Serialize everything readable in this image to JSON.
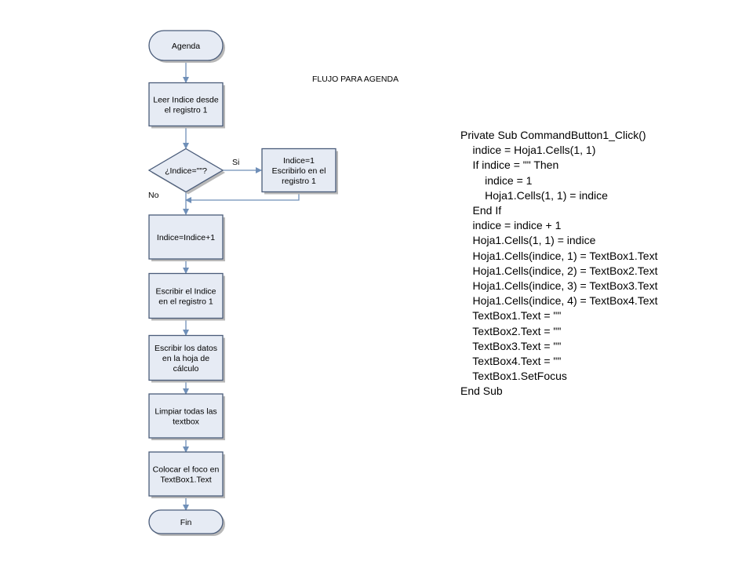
{
  "title": "FLUJO PARA AGENDA",
  "nodes": {
    "agenda": {
      "shape": "terminator",
      "lines": [
        "Agenda"
      ]
    },
    "leer": {
      "shape": "process",
      "lines": [
        "Leer Indice desde",
        "el registro 1"
      ]
    },
    "decision": {
      "shape": "decision",
      "lines": [
        "¿Indice=\"\"?"
      ]
    },
    "indice1": {
      "shape": "process",
      "lines": [
        "Indice=1",
        "Escribirlo en el",
        "registro 1"
      ]
    },
    "incremento": {
      "shape": "process",
      "lines": [
        "Indice=Indice+1"
      ]
    },
    "escribir": {
      "shape": "process",
      "lines": [
        "Escribir el Indice",
        "en el registro 1"
      ]
    },
    "datos": {
      "shape": "process",
      "lines": [
        "Escribir los datos",
        "en la hoja de",
        "cálculo"
      ]
    },
    "limpiar": {
      "shape": "process",
      "lines": [
        "Limpiar todas las",
        "textbox"
      ]
    },
    "foco": {
      "shape": "process",
      "lines": [
        "Colocar el foco en",
        "TextBox1.Text"
      ]
    },
    "fin": {
      "shape": "terminator",
      "lines": [
        "Fin"
      ]
    }
  },
  "edges": [
    {
      "from": "agenda",
      "to": "leer",
      "label": ""
    },
    {
      "from": "leer",
      "to": "decision",
      "label": ""
    },
    {
      "from": "decision",
      "to": "indice1",
      "label": "Si"
    },
    {
      "from": "indice1",
      "to": "incremento",
      "label": ""
    },
    {
      "from": "decision",
      "to": "incremento",
      "label": "No"
    },
    {
      "from": "incremento",
      "to": "escribir",
      "label": ""
    },
    {
      "from": "escribir",
      "to": "datos",
      "label": ""
    },
    {
      "from": "datos",
      "to": "limpiar",
      "label": ""
    },
    {
      "from": "limpiar",
      "to": "foco",
      "label": ""
    },
    {
      "from": "foco",
      "to": "fin",
      "label": ""
    }
  ],
  "code_lines": [
    "Private Sub CommandButton1_Click()",
    "    indice = Hoja1.Cells(1, 1)",
    "    If indice = \"\" Then",
    "        indice = 1",
    "        Hoja1.Cells(1, 1) = indice",
    "    End If",
    "    indice = indice + 1",
    "    Hoja1.Cells(1, 1) = indice",
    "    Hoja1.Cells(indice, 1) = TextBox1.Text",
    "    Hoja1.Cells(indice, 2) = TextBox2.Text",
    "    Hoja1.Cells(indice, 3) = TextBox3.Text",
    "    Hoja1.Cells(indice, 4) = TextBox4.Text",
    "    TextBox1.Text = \"\"",
    "    TextBox2.Text = \"\"",
    "    TextBox3.Text = \"\"",
    "    TextBox4.Text = \"\"",
    "    TextBox1.SetFocus",
    "End Sub"
  ],
  "colors": {
    "node_fill": "#e6ebf4",
    "node_border": "#4a5c7a",
    "connector": "#6f8fb8",
    "shadow": "#b8b8b8"
  }
}
